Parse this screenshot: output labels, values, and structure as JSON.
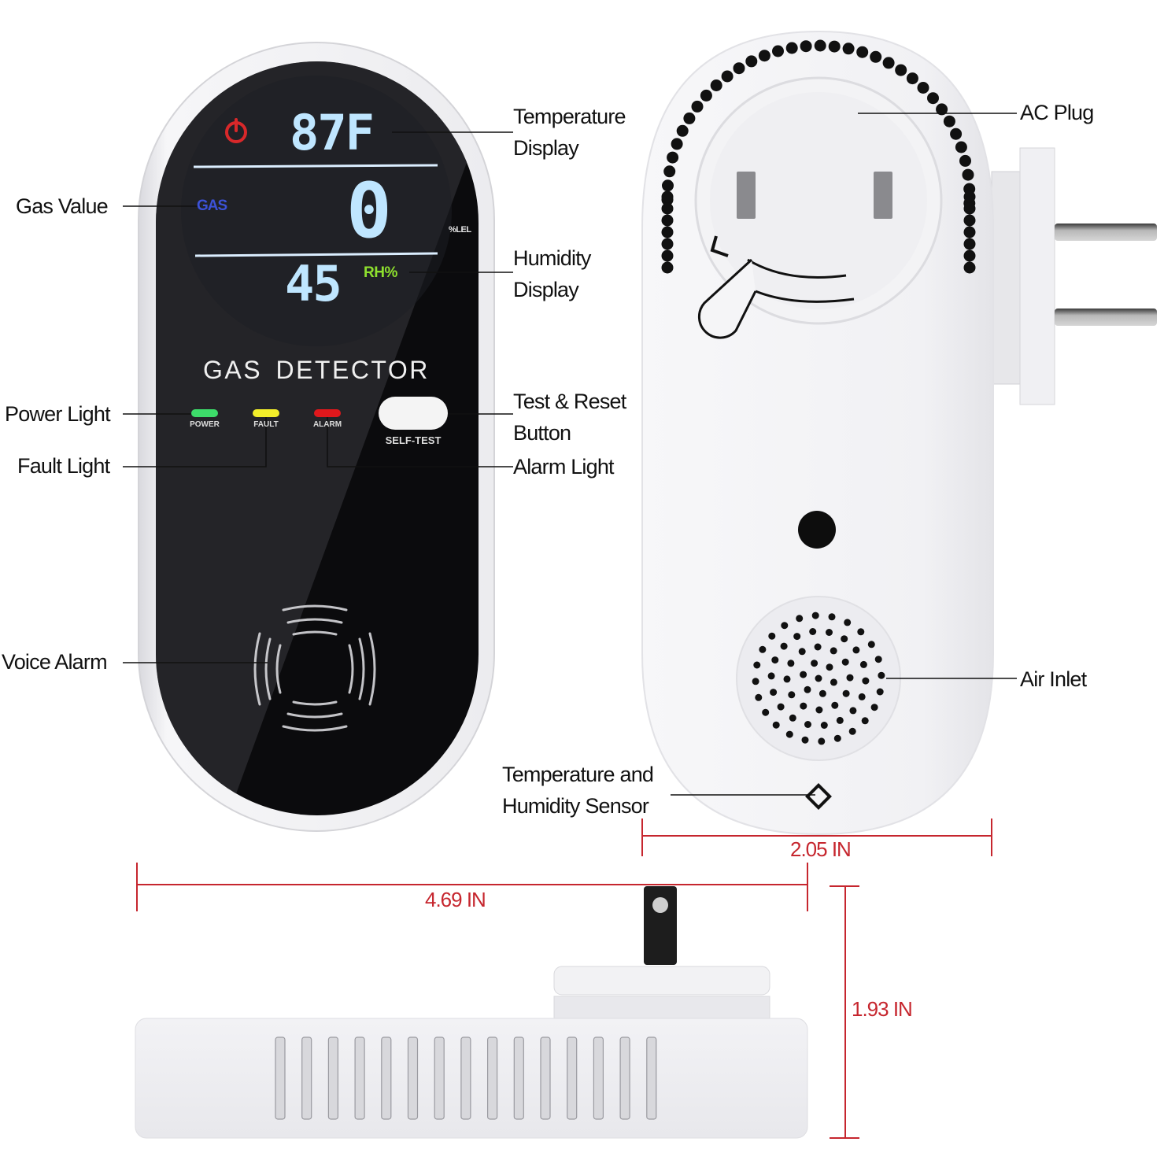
{
  "front_view": {
    "display": {
      "temperature": "87",
      "temperature_unit": "F",
      "gas_label": "GAS",
      "gas_value": "0",
      "gas_unit": "%LEL",
      "humidity_value": "45",
      "humidity_unit": "RH%"
    },
    "product_name": "GAS DETECTOR",
    "indicators": [
      {
        "label": "POWER",
        "color": "#3ddc6a"
      },
      {
        "label": "FAULT",
        "color": "#f2ee2a"
      },
      {
        "label": "ALARM",
        "color": "#e0181c"
      }
    ],
    "self_test_button": "SELF-TEST"
  },
  "callouts": {
    "gas_value": "Gas Value",
    "power_light": "Power Light",
    "fault_light": "Fault Light",
    "voice_alarm": "Voice Alarm",
    "temperature_display_1": "Temperature",
    "temperature_display_2": "Display",
    "humidity_display_1": "Humidity",
    "humidity_display_2": "Display",
    "test_reset_1": "Test & Reset",
    "test_reset_2": "Button",
    "alarm_light": "Alarm Light",
    "ac_plug": "AC Plug",
    "air_inlet": "Air Inlet",
    "temp_humidity_sensor_1": "Temperature and",
    "temp_humidity_sensor_2": "Humidity Sensor"
  },
  "dimensions": {
    "width": "2.05 IN",
    "length": "4.69 IN",
    "depth": "1.93 IN",
    "color": "#c6262e"
  },
  "colors": {
    "panel": "#0b0b0d",
    "lcd_digits": "#bfe6ff",
    "gas_label": "#3c52d8",
    "rh_label": "#8ee02e",
    "power_icon": "#d8282a",
    "body": "#f4f4f6"
  }
}
